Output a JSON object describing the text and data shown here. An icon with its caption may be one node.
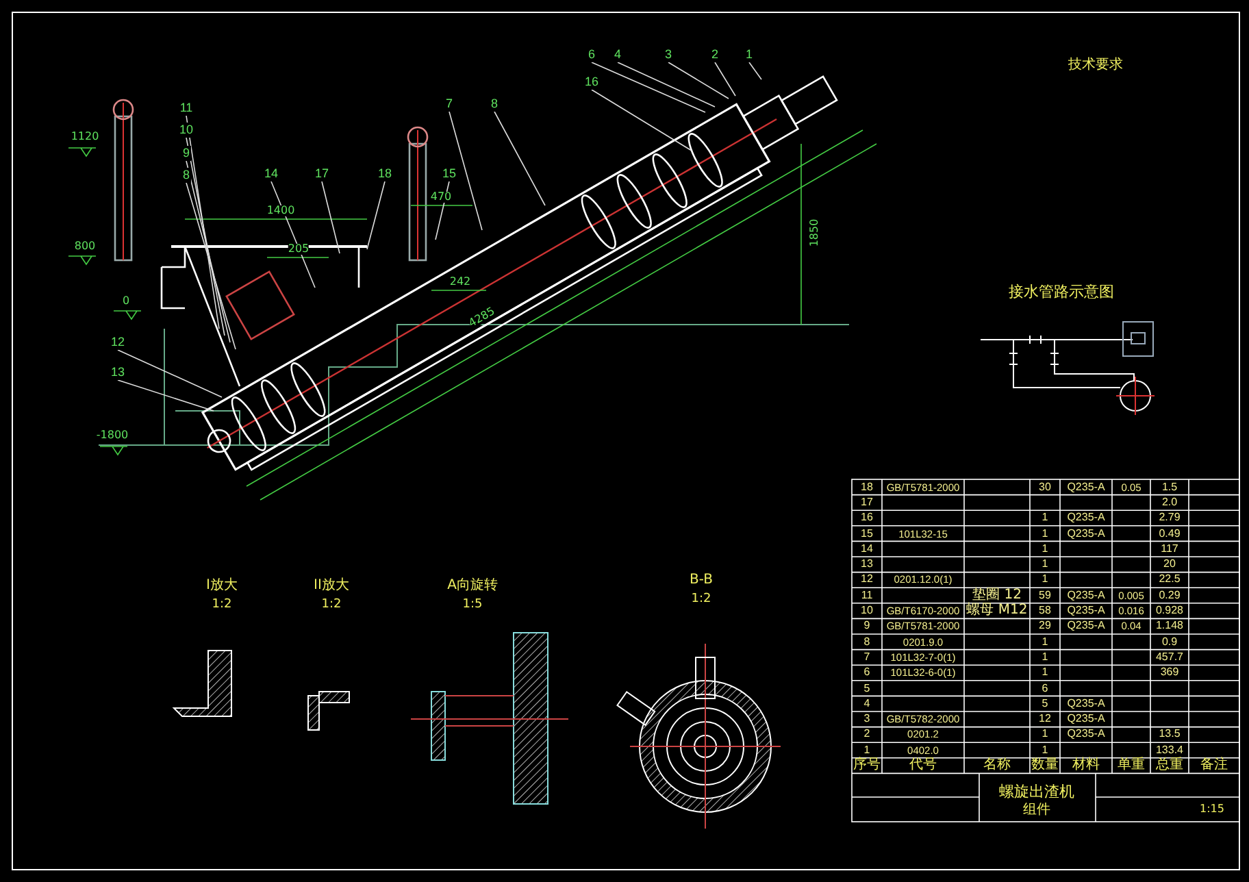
{
  "diagram": {
    "nodes": [
      {
        "text": [
          "6"
        ]
      },
      {
        "text": [
          "4"
        ]
      },
      {
        "text": [
          "3"
        ]
      },
      {
        "text": [
          "2"
        ]
      },
      {
        "text": [
          "1"
        ]
      },
      {
        "text": [
          "16"
        ]
      },
      {
        "text": [
          "7"
        ]
      },
      {
        "text": [
          "8"
        ]
      },
      {
        "text": [
          "11"
        ]
      },
      {
        "text": [
          "10"
        ]
      },
      {
        "text": [
          "9"
        ]
      },
      {
        "text": [
          "8"
        ]
      },
      {
        "text": [
          "14"
        ]
      },
      {
        "text": [
          "17"
        ]
      },
      {
        "text": [
          "18"
        ]
      },
      {
        "text": [
          "15"
        ]
      },
      {
        "text": [
          "12"
        ]
      },
      {
        "text": [
          "13"
        ]
      }
    ],
    "edges": [
      {
        "from": 0,
        "to": null,
        "arrow": "none"
      },
      {
        "from": 1,
        "to": null,
        "arrow": "none"
      },
      {
        "from": 2,
        "to": null,
        "arrow": "none"
      },
      {
        "from": 3,
        "to": null,
        "arrow": "none"
      },
      {
        "from": 4,
        "to": null,
        "arrow": "none"
      },
      {
        "from": 5,
        "to": null,
        "arrow": "none"
      },
      {
        "from": 6,
        "to": null,
        "arrow": "none"
      },
      {
        "from": 7,
        "to": null,
        "arrow": "none"
      },
      {
        "from": 8,
        "to": null,
        "arrow": "none"
      },
      {
        "from": 9,
        "to": null,
        "arrow": "none"
      },
      {
        "from": 10,
        "to": null,
        "arrow": "none"
      },
      {
        "from": 11,
        "to": null,
        "arrow": "none"
      },
      {
        "from": 12,
        "to": null,
        "arrow": "none"
      },
      {
        "from": 13,
        "to": null,
        "arrow": "none"
      },
      {
        "from": 14,
        "to": null,
        "arrow": "none"
      },
      {
        "from": 15,
        "to": null,
        "arrow": "none"
      },
      {
        "from": 16,
        "to": null,
        "arrow": "none"
      },
      {
        "from": 17,
        "to": null,
        "arrow": "none"
      }
    ],
    "labels": [
      "技术要求",
      "1120",
      "800",
      "1400",
      "205",
      "470",
      "242",
      "0",
      "4285",
      "1850",
      "-1800",
      "接水管路示意图",
      "I放大",
      "1:2",
      "II放大",
      "1:2",
      "A向旋转",
      "1:5",
      "B-B",
      "1:2",
      "18",
      "GB/T5781-2000",
      "30",
      "Q235-A",
      "0.05",
      "1.5",
      "17",
      "2.0",
      "16",
      "1",
      "Q235-A",
      "2.79",
      "15",
      "101L32-15",
      "1",
      "Q235-A",
      "0.49",
      "14",
      "1",
      "117",
      "13",
      "1",
      "20",
      "12",
      "0201.12.0(1)",
      "1",
      "22.5",
      "11",
      "垫圈 12",
      "59",
      "Q235-A",
      "0.005",
      "0.29",
      "10",
      "GB/T6170-2000",
      "螺母 M12",
      "58",
      "Q235-A",
      "0.016",
      "0.928",
      "9",
      "GB/T5781-2000",
      "29",
      "Q235-A",
      "0.04",
      "1.148",
      "8",
      "0201.9.0",
      "1",
      "0.9",
      "7",
      "101L32-7-0(1)",
      "1",
      "457.7",
      "6",
      "101L32-6-0(1)",
      "1",
      "369",
      "5",
      "6",
      "4",
      "5",
      "Q235-A",
      "3",
      "GB/T5782-2000",
      "12",
      "Q235-A",
      "2",
      "0201.2",
      "1",
      "Q235-A",
      "13.5",
      "1",
      "0402.0",
      "1",
      "133.4",
      "序号",
      "代号",
      "名称",
      "数量",
      "材料",
      "单重",
      "总重",
      "备注",
      "螺旋出渣机",
      "组件",
      "1:15"
    ]
  }
}
